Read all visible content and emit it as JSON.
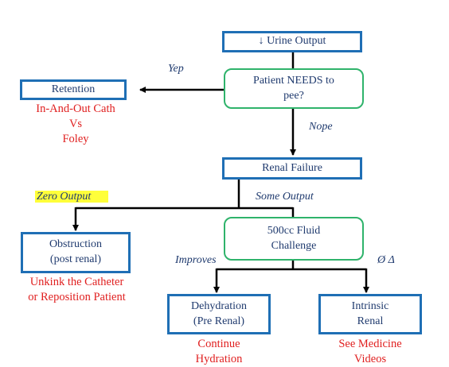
{
  "nodes": {
    "urine_output": "↓ Urine Output",
    "needs_to_pee": {
      "line1": "Patient NEEDS to",
      "line2": "pee?"
    },
    "retention": "Retention",
    "renal_failure": "Renal Failure",
    "fluid_challenge": {
      "line1": "500cc Fluid",
      "line2": "Challenge"
    },
    "obstruction": {
      "line1": "Obstruction",
      "line2": "(post renal)"
    },
    "dehydration": {
      "line1": "Dehydration",
      "line2": "(Pre Renal)"
    },
    "intrinsic": {
      "line1": "Intrinsic",
      "line2": "Renal"
    }
  },
  "edge_labels": {
    "yep": "Yep",
    "nope": "Nope",
    "zero_output": "Zero Output",
    "some_output": "Some Output",
    "improves": "Improves",
    "no_change": "Ø Δ"
  },
  "notes": {
    "retention": {
      "line1": "In-And-Out Cath",
      "line2": "Vs",
      "line3": "Foley"
    },
    "obstruction": {
      "line1": "Unkink the Catheter",
      "line2": "or Reposition Patient"
    },
    "dehydration": {
      "line1": "Continue",
      "line2": "Hydration"
    },
    "intrinsic": {
      "line1": "See Medicine",
      "line2": "Videos"
    }
  },
  "colors": {
    "box_border": "#1f6fb5",
    "decision_border": "#2fb36b",
    "text": "#1f3a6e",
    "note_text": "#e02020",
    "highlight": "#ffff3a",
    "arrow": "#000000"
  }
}
